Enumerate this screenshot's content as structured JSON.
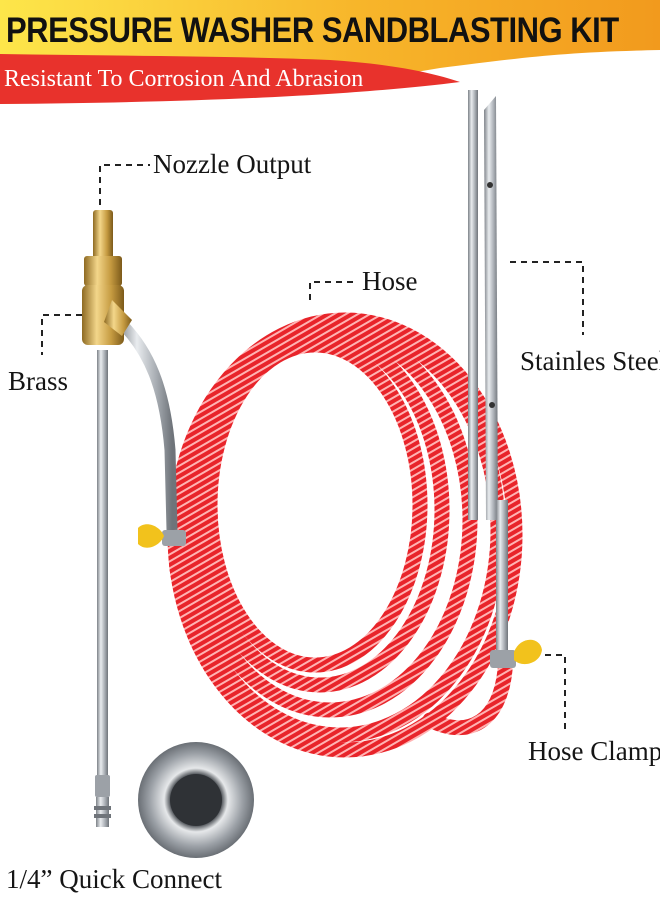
{
  "banner": {
    "title": "PRESSURE WASHER SANDBLASTING KIT",
    "subtitle": "Resistant To Corrosion And Abrasion",
    "colors": {
      "red": "#e8322c",
      "orange": "#f5a21c",
      "yellow": "#fde64a"
    }
  },
  "callouts": {
    "nozzle_output": "Nozzle Output",
    "hose": "Hose",
    "brass": "Brass",
    "stainless_steel": "Stainles Steel",
    "hose_clamp": "Hose Clamp",
    "quick_connect": "1/4” Quick Connect"
  },
  "colors": {
    "hose": "#e8242a",
    "brass": "#c9a04a",
    "steel": "#b7bcc2",
    "clamp_handle": "#f2c21c"
  }
}
